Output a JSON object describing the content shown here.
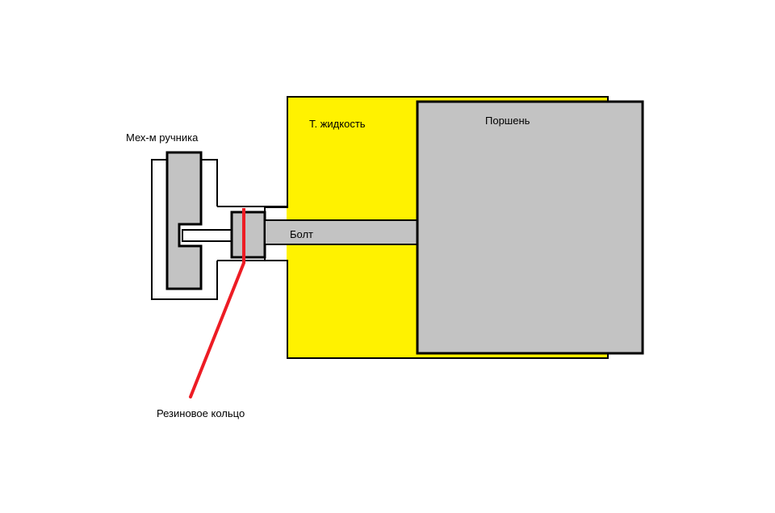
{
  "labels": {
    "handbrake_mechanism": "Мех-м ручника",
    "brake_fluid": "Т. жидкость",
    "piston": "Поршень",
    "bolt": "Болт",
    "rubber_ring": "Резиновое кольцо"
  },
  "colors": {
    "background": "#ffffff",
    "fluid": "#fff200",
    "part_fill": "#c3c3c3",
    "outline": "#000000",
    "ring": "#ed1c24"
  }
}
